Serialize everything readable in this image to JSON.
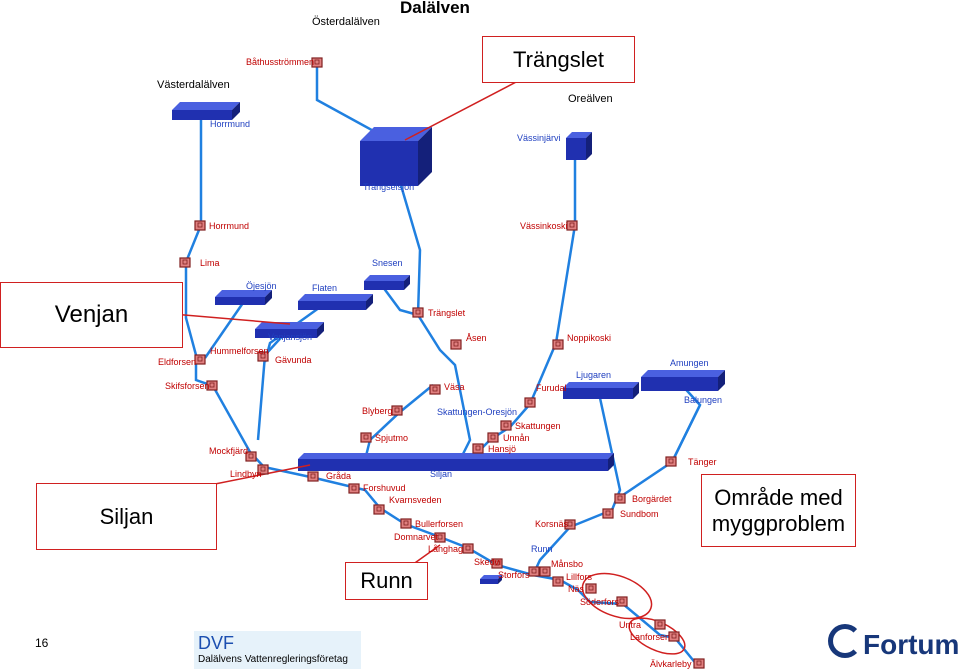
{
  "title": "Dalälven",
  "callouts": {
    "trangslet": "Trängslet",
    "venjan": "Venjan",
    "siljan": "Siljan",
    "runn": "Runn",
    "myggproblem": "Område med myggproblem"
  },
  "rivers": {
    "osterdalalven": "Österdalälven",
    "vasterdalalven": "Västerdalälven",
    "orealven": "Oreälven"
  },
  "labels": {
    "bathusstrommen": "Båthusströmmen",
    "horrmund_lake": "Horrmund",
    "vassinjarvi": "Vässinjärvi",
    "trangselsjon": "Trängselsjön",
    "horrmund": "Horrmund",
    "vassinkoski": "Vässinkoski",
    "lima": "Lima",
    "snesen": "Snesen",
    "ojesjon": "Öjesjön",
    "flaten": "Flaten",
    "trangslet_st": "Trängslet",
    "venjansjon": "Venjansjön",
    "asen": "Åsen",
    "noppikoski": "Noppikoski",
    "hummelforsen": "Hummelforsen",
    "eldforsen": "Eldforsen",
    "gavunda": "Gävunda",
    "amungen": "Amungen",
    "ljugaren": "Ljugaren",
    "skifsforsen": "Skifsforsen",
    "vasa": "Väsa",
    "furudal": "Furudal",
    "balungen": "Balungen",
    "blyberg": "Blyberg",
    "skattungen_oresjon": "Skattungen-Oresjön",
    "skattungen": "Skattungen",
    "spjutmo": "Spjutmo",
    "unnan": "Unnån",
    "hansjo": "Hansjö",
    "mockfjard": "Mockfjärd",
    "tanger": "Tänger",
    "lindbyn": "Lindbyn",
    "grada": "Gråda",
    "siljan_lake": "Siljan",
    "forshuvud": "Forshuvud",
    "kvarnsveden": "Kvarnsveden",
    "borgardet": "Borgärdet",
    "sundbom": "Sundbom",
    "bullerforsen": "Bullerforsen",
    "korsnas": "Korsnäs",
    "domnarvet": "Domnarvet",
    "langhag": "Långhag",
    "runn_lake": "Runn",
    "skedvi": "Skedvi",
    "mansbo": "Månsbo",
    "storfors": "Storfors",
    "lillfors": "Lillfors",
    "nas": "Näs",
    "soderfors": "Söderfors",
    "untra": "Untra",
    "lanforsen": "Lanforsen",
    "alvkarleby": "Älvkarleby"
  },
  "footer": {
    "page_number": "16",
    "dvf_abbrev": "DVF",
    "dvf_full": "Dalälvens Vattenregleringsföretag",
    "logo": "Fortum"
  },
  "colors": {
    "river": "#2080e0",
    "lake_top": "#4a60e0",
    "lake_front": "#2030b0",
    "station_fill": "#e08080",
    "station_border": "#802020",
    "callout_border": "#d02020"
  }
}
